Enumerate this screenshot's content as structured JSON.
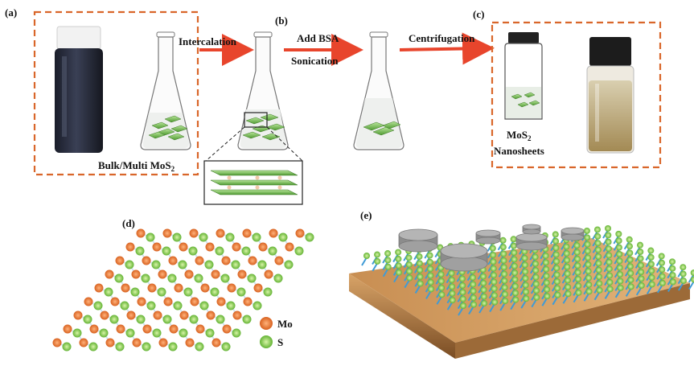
{
  "panels": {
    "a": {
      "label": "(a)",
      "caption_main": "Bulk/Multi MoS",
      "caption_sub": "2"
    },
    "b": {
      "label": "(b)"
    },
    "c": {
      "label": "(c)",
      "caption_line1_main": "MoS",
      "caption_line1_sub": "2",
      "caption_line2": "Nanosheets"
    },
    "d": {
      "label": "(d)"
    },
    "e": {
      "label": "(e)"
    }
  },
  "steps": {
    "intercalation": "Intercalation",
    "add_bsa": "Add BSA",
    "sonication": "Sonication",
    "centrifugation": "Centrifugation"
  },
  "legend": {
    "mo": {
      "label": "Mo",
      "color": "#e0722a"
    },
    "s": {
      "label": "S",
      "color": "#7cc043"
    }
  },
  "colors": {
    "arrow": "#e8452c",
    "dashed_box": "#d9662a",
    "bond": "#cfe3f0",
    "sheet_green": "#6cbf45",
    "substrate": "#b8804a",
    "disc": "#9a9a9a"
  }
}
